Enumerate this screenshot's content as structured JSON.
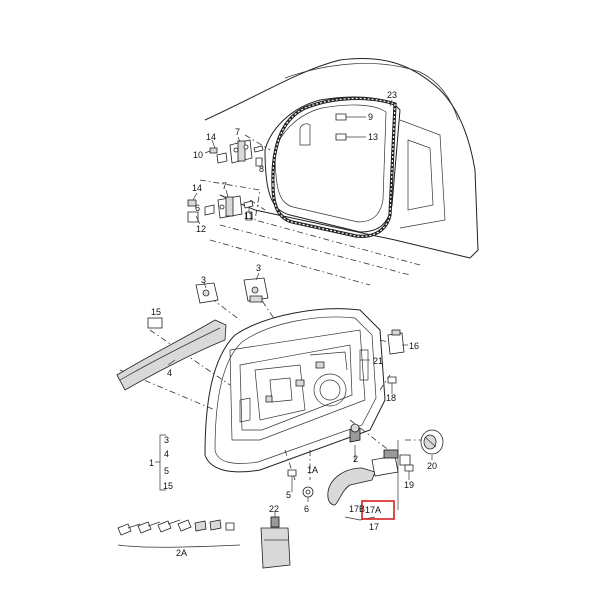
{
  "labels": {
    "l23": "23",
    "l9": "9",
    "l13": "13",
    "l14": "14",
    "l7a": "7",
    "l8": "8",
    "l10": "10",
    "l14b": "14",
    "l7b": "7",
    "l6": "6",
    "l11": "11",
    "l12": "12",
    "l3a": "3",
    "l3b": "3",
    "l15": "15",
    "l4": "4",
    "l21": "21",
    "l16": "16",
    "l18": "18",
    "g3": "3",
    "g4": "4",
    "g1": "1",
    "g5": "5",
    "g15": "15",
    "l2": "2",
    "l1A": "1A",
    "l5": "5",
    "l19": "19",
    "l20": "20",
    "l17B": "17B",
    "l17A": "17A",
    "l17": "17",
    "l22": "22",
    "l6b": "6",
    "l2A": "2A"
  },
  "colors": {
    "highlight_box": "#d62020",
    "line": "#222222"
  }
}
